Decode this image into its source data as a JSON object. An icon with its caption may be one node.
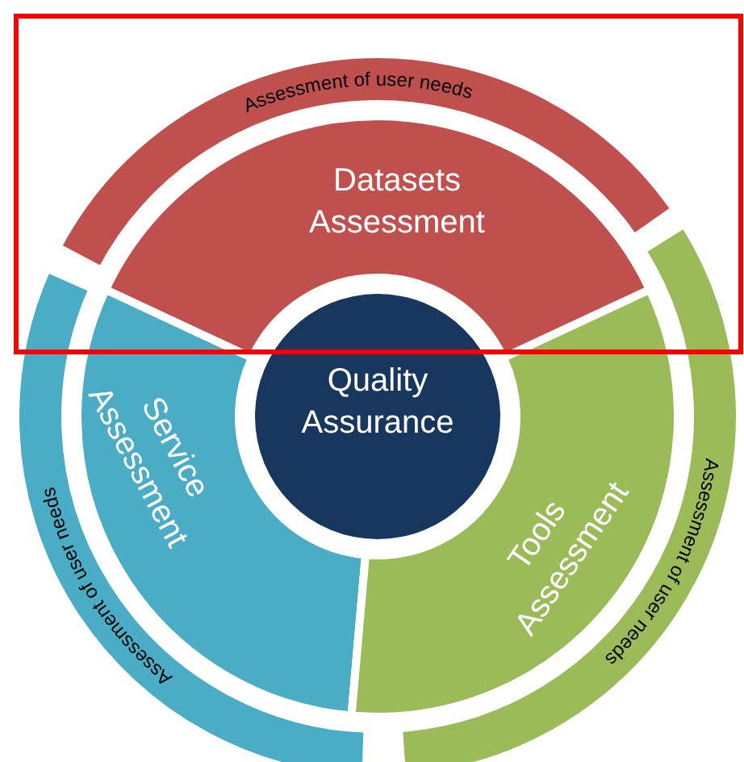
{
  "diagram": {
    "nodes": [
      {
        "text": [
          "Assessment of user needs"
        ]
      },
      {
        "text": [
          "Datasets Assessment"
        ]
      },
      {
        "text": [
          "Quality Assurance"
        ]
      },
      {
        "text": [
          "Service Assessment"
        ]
      },
      {
        "text": [
          "Tools Assessment"
        ]
      },
      {
        "text": [
          "Assessment of user needs"
        ]
      },
      {
        "text": [
          "Assessment of user needs"
        ]
      }
    ]
  }
}
